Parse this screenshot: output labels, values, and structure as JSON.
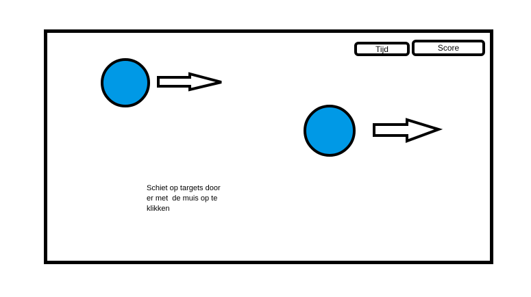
{
  "hud": {
    "time_label": "Tijd",
    "score_label": "Score"
  },
  "instructions": {
    "lines": [
      "Schiet op targets door",
      "er met  de muis op te",
      "klikken"
    ]
  },
  "targets": [
    {
      "color": "#0099e6",
      "direction": "right"
    },
    {
      "color": "#0099e6",
      "direction": "right"
    }
  ],
  "colors": {
    "frame": "#000000",
    "target": "#0099e6",
    "background": "#ffffff"
  }
}
